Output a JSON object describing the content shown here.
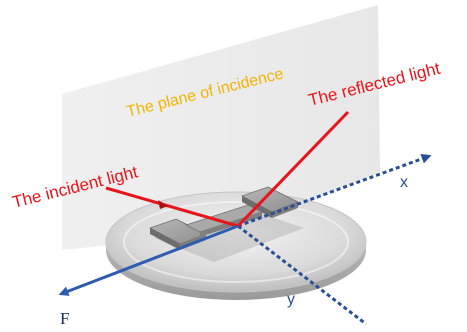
{
  "labels": {
    "plane": "The plane of incidence",
    "incident": "The incident light",
    "reflected": "The reflected light",
    "x_axis": "x",
    "y_axis": "y",
    "force": "F"
  },
  "colors": {
    "light_rays": "#e8141c",
    "plane_label": "#f2b400",
    "axes": "#2a4e96",
    "force_vector": "#2f5bb0",
    "plane_fill": "#ececec"
  }
}
